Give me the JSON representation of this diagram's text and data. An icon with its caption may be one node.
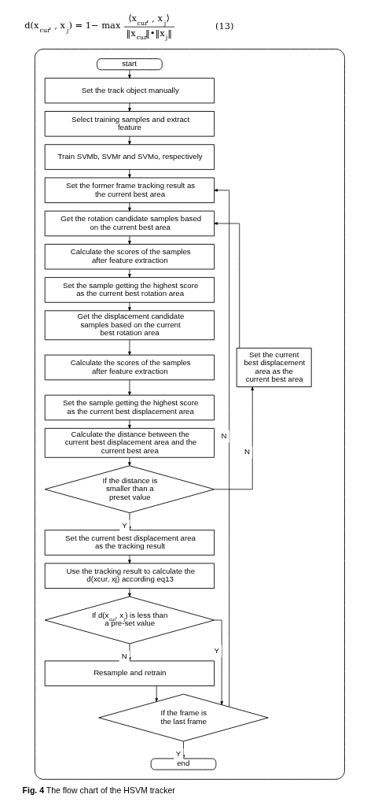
{
  "diagram": {
    "caption": "**Fig. 4** The flow chart of the HSVM tracker",
    "nodes": [
      {
        "text": [],
        "shape": "box"
      },
      {
        "text": [
          "start"
        ],
        "in": 0
      },
      {
        "text": [
          "Set the track object manually"
        ],
        "in": 0
      },
      {
        "text": [
          "Select training samples and extract feature"
        ],
        "in": 0
      },
      {
        "text": [
          "Train SVMb, SVMr and SVMo, respectively"
        ],
        "in": 0
      },
      {
        "text": [
          "Set the former frame tracking result as the current best area"
        ],
        "in": 0
      },
      {
        "text": [
          "Get the rotation candidate samples based on the current best area"
        ],
        "in": 0
      },
      {
        "text": [
          "Calculate the scores of the samples after feature extraction"
        ],
        "in": 0
      },
      {
        "text": [
          "Set the sample getting the highest score as the current best rotation area"
        ],
        "in": 0
      },
      {
        "text": [
          "Get the displacement candidate samples based on the current best rotation area"
        ],
        "in": 0
      },
      {
        "text": [
          "Calculate the scores of the samples after feature extraction"
        ],
        "in": 0
      },
      {
        "text": [
          "Set the sample getting the highest score as the current best displacement area"
        ],
        "in": 0
      },
      {
        "text": [
          "Calculate the distance between the current best displacement area and the current best area"
        ],
        "in": 0
      },
      {
        "text": [
          "If the distance is smaller than a preset value"
        ],
        "in": 0
      },
      {
        "text": [
          "Set the current best displacement area as the current best area"
        ],
        "in": 0
      },
      {
        "text": [
          "Set the current best displacement area as the tracking result"
        ],
        "in": 0
      },
      {
        "text": [
          "Use the tracking result to calculate the d(xcur, xj) according eq13"
        ],
        "in": 0
      },
      {
        "text": [
          "If d(x$_{cur}$, x$_{j}$) is less than a pre-set value"
        ],
        "in": 0
      },
      {
        "text": [
          "Resample and retrain"
        ],
        "in": 0
      },
      {
        "text": [
          "If the frame is the last frame"
        ],
        "in": 0
      },
      {
        "text": [
          "end"
        ],
        "in": 0
      }
    ],
    "edges": [
      {
        "from": 1,
        "to": 2,
        "arrow": "to"
      },
      {
        "from": 2,
        "to": 3,
        "arrow": "to"
      },
      {
        "from": 3,
        "to": 4,
        "arrow": "to"
      },
      {
        "from": 4,
        "to": 5,
        "arrow": "to"
      },
      {
        "from": 5,
        "to": 6,
        "arrow": "to"
      },
      {
        "from": 6,
        "to": 7,
        "arrow": "to"
      },
      {
        "from": 7,
        "to": 8,
        "arrow": "to"
      },
      {
        "from": 8,
        "to": 9,
        "arrow": "to"
      },
      {
        "from": 9,
        "to": 10,
        "arrow": "to"
      },
      {
        "from": 10,
        "to": 11,
        "arrow": "to"
      },
      {
        "from": 11,
        "to": 12,
        "arrow": "to"
      },
      {
        "from": 12,
        "to": 13,
        "arrow": "to"
      },
      {
        "from": 13,
        "to": 14,
        "arrow": "to",
        "label": "N"
      },
      {
        "from": 14,
        "to": 6,
        "arrow": "to"
      },
      {
        "from": 13,
        "to": 15,
        "arrow": "to",
        "label": "Y"
      },
      {
        "from": 15,
        "to": 16,
        "arrow": "to"
      },
      {
        "from": 16,
        "to": 17,
        "arrow": "to"
      },
      {
        "from": 17,
        "to": 18,
        "arrow": "to",
        "label": "N"
      },
      {
        "from": 17,
        "to": 19,
        "arrow": "to",
        "label": "Y"
      },
      {
        "from": 18,
        "to": 19,
        "arrow": "to"
      },
      {
        "from": 19,
        "to": 5,
        "arrow": "to",
        "label": "N"
      },
      {
        "from": 19,
        "to": 20,
        "arrow": "to",
        "label": "Y"
      }
    ],
    "labels": [
      "d(x$_{cur}$, , x$_{j}$) = 1− max",
      "⟨x$_{cur}$, , x$_{j}$⟩",
      "‖x$_{cur}$‖•‖x$_{j}$‖",
      "(13)"
    ]
  }
}
